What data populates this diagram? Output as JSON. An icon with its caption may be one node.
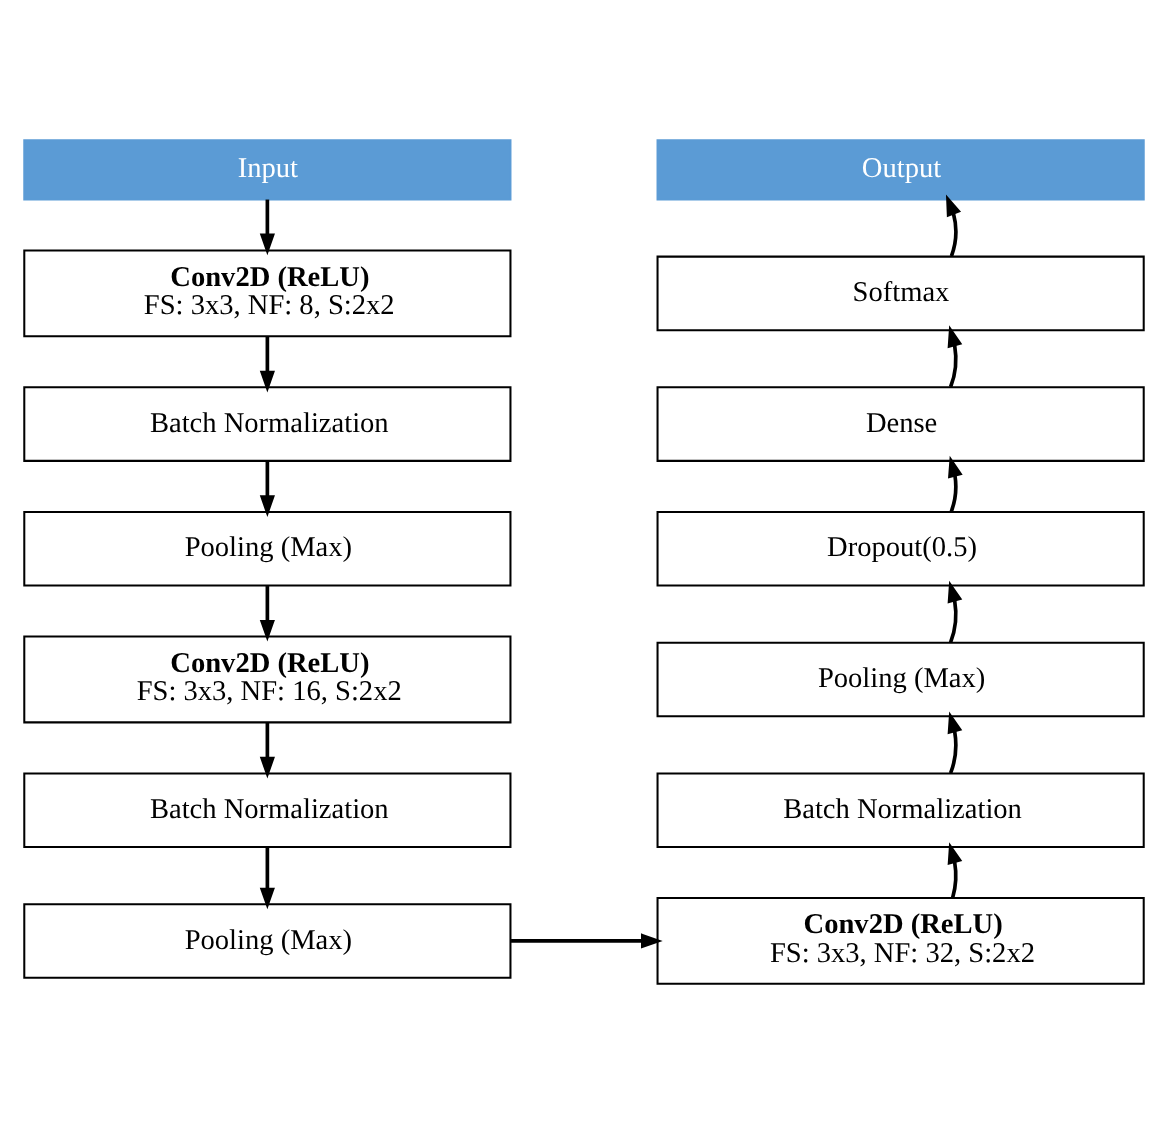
{
  "diagram": {
    "nodes": [
      {
        "text": [
          "Input"
        ]
      },
      {
        "text": [
          "Conv2D (ReLU)",
          "FS: 3x3, NF: 8, S:2x2"
        ]
      },
      {
        "text": [
          "Batch Normalization"
        ]
      },
      {
        "text": [
          "Pooling (Max)"
        ]
      },
      {
        "text": [
          "Conv2D (ReLU)",
          "FS: 3x3, NF: 16, S:2x2"
        ]
      },
      {
        "text": [
          "Batch Normalization"
        ]
      },
      {
        "text": [
          "Pooling (Max)"
        ]
      },
      {
        "text": [
          "Conv2D (ReLU)",
          "FS: 3x3, NF: 32, S:2x2"
        ]
      },
      {
        "text": [
          "Batch Normalization"
        ]
      },
      {
        "text": [
          "Pooling (Max)"
        ]
      },
      {
        "text": [
          "Dropout(0.5)"
        ]
      },
      {
        "text": [
          "Dense"
        ]
      },
      {
        "text": [
          "Softmax"
        ]
      },
      {
        "text": [
          "Output"
        ]
      }
    ],
    "edges": [
      {
        "from": 0,
        "to": 1,
        "arrow": "to"
      },
      {
        "from": 1,
        "to": 2,
        "arrow": "to"
      },
      {
        "from": 2,
        "to": 3,
        "arrow": "to"
      },
      {
        "from": 3,
        "to": 4,
        "arrow": "to"
      },
      {
        "from": 4,
        "to": 5,
        "arrow": "to"
      },
      {
        "from": 5,
        "to": 6,
        "arrow": "to"
      },
      {
        "from": 6,
        "to": 7,
        "arrow": "to"
      },
      {
        "from": 7,
        "to": 8,
        "arrow": "to"
      },
      {
        "from": 8,
        "to": 9,
        "arrow": "to"
      },
      {
        "from": 9,
        "to": 10,
        "arrow": "to"
      },
      {
        "from": 10,
        "to": 11,
        "arrow": "to"
      },
      {
        "from": 11,
        "to": 12,
        "arrow": "to"
      },
      {
        "from": 12,
        "to": 13,
        "arrow": "to"
      }
    ]
  }
}
